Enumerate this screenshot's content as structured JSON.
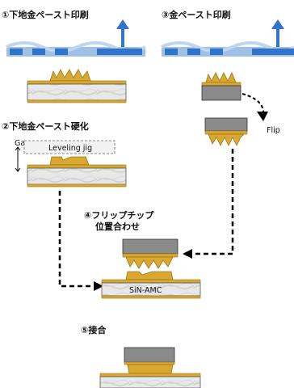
{
  "steps": {
    "s1": "①下地金ペースト印刷",
    "s2": "②下地金ペースト硬化",
    "s3": "③金ペースト印刷",
    "s4_line1": "④フリップチップ",
    "s4_line2": "位置合わせ",
    "s5": "⑤接合"
  },
  "labels": {
    "gap": "Gap",
    "leveling_jig": "Leveling jig",
    "flip": "Flip",
    "substrate": "SiN-AMC"
  },
  "colors": {
    "substrate_fill": "#e6e6e6",
    "gold": "#d9a830",
    "gold_dark": "#9a7418",
    "chip_fill": "#8a8a8a",
    "arrow_blue": "#2f74c8",
    "screen_blue": "#9fc1e3",
    "squeegee": "#b3b3b3"
  },
  "icons": {
    "print_arrow": "arrow-up-icon",
    "flow_arrow": "dashed-arrow-icon",
    "flip_arrow": "curved-arrow-icon"
  }
}
